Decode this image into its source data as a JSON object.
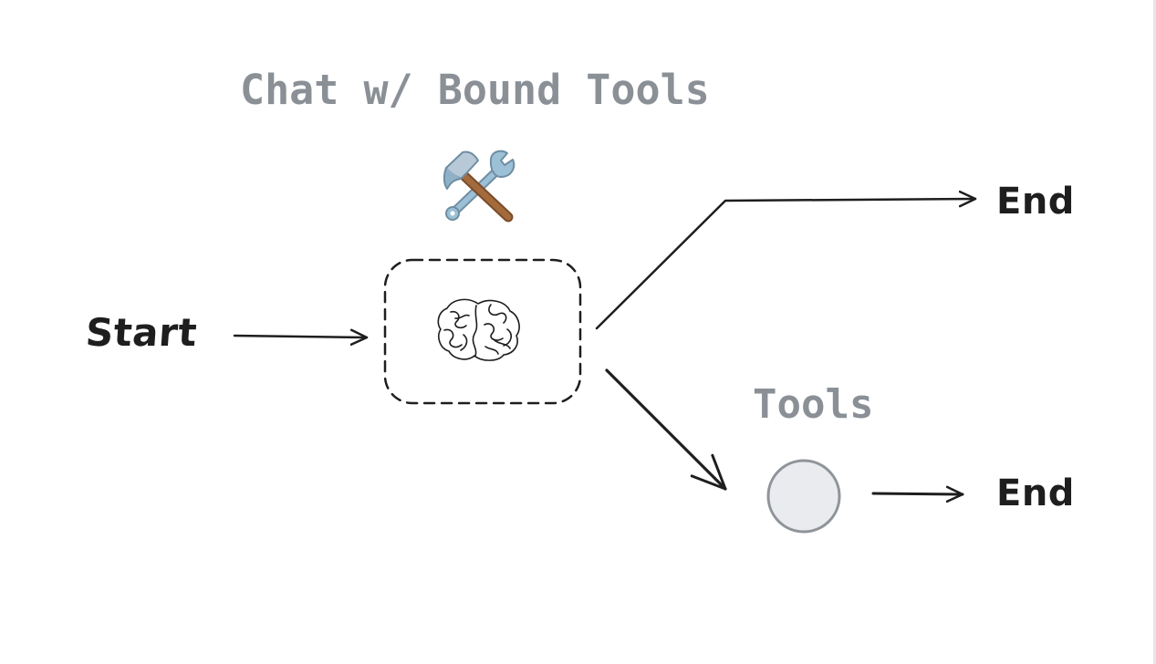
{
  "title": "Chat w/ Bound Tools",
  "tools_label": "Tools",
  "start_label": "Start",
  "end_top_label": "End",
  "end_bottom_label": "End",
  "colors": {
    "title_gray": "#8a9096",
    "ink": "#1e1e1e",
    "tool_node_fill": "#e9ebee",
    "tool_node_stroke": "#8f949a",
    "hammer_handle": "#a36a3c",
    "metal": "#8fb1c7"
  },
  "icons": {
    "tools_icon": "hammer-and-wrench-icon",
    "brain_icon": "brain-icon"
  }
}
